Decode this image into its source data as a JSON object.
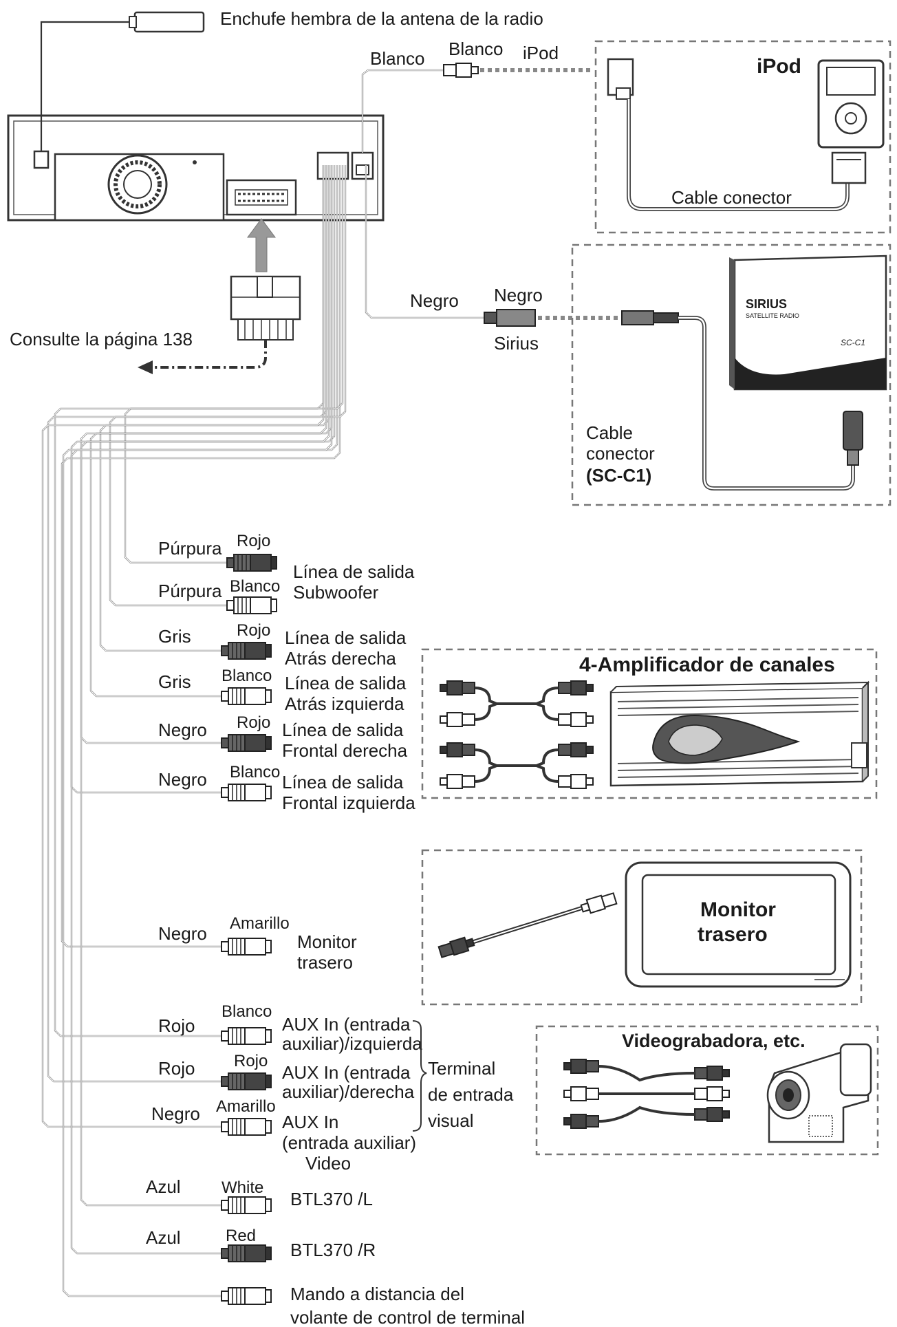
{
  "top": {
    "antenna_label": "Enchufe hembra de la antena de la radio",
    "consult_label": "Consulte la página 138"
  },
  "ipod": {
    "wire_label": "Blanco",
    "plug_label": "Blanco",
    "plug_name": "iPod",
    "box_title": "iPod",
    "cable_label": "Cable conector"
  },
  "sirius": {
    "wire_label": "Negro",
    "plug_label": "Negro",
    "plug_name": "Sirius",
    "brand": "SIRIUS",
    "brand_sub": "SATELLITE RADIO",
    "model": "SC-C1",
    "cable_label_1": "Cable",
    "cable_label_2": "conector",
    "cable_label_3": "(SC-C1)"
  },
  "outputs": [
    {
      "wire": "Púrpura",
      "plug": "Rojo",
      "desc1": "Línea de salida",
      "desc2": "Subwoofer"
    },
    {
      "wire": "Púrpura",
      "plug": "Blanco",
      "desc1": "",
      "desc2": ""
    },
    {
      "wire": "Gris",
      "plug": "Rojo",
      "desc1": "Línea de salida",
      "desc2": "Atrás derecha"
    },
    {
      "wire": "Gris",
      "plug": "Blanco",
      "desc1": "Línea de salida",
      "desc2": "Atrás izquierda"
    },
    {
      "wire": "Negro",
      "plug": "Rojo",
      "desc1": "Línea de salida",
      "desc2": "Frontal derecha"
    },
    {
      "wire": "Negro",
      "plug": "Blanco",
      "desc1": "Línea de salida",
      "desc2": "Frontal izquierda"
    }
  ],
  "amp": {
    "title": "4-Amplificador de canales"
  },
  "monitor": {
    "wire": "Negro",
    "plug": "Amarillo",
    "desc1": "Monitor",
    "desc2": "trasero",
    "screen1": "Monitor",
    "screen2": "trasero"
  },
  "aux": [
    {
      "wire": "Rojo",
      "plug": "Blanco",
      "desc1": "AUX In (entrada",
      "desc2": "auxiliar)/izquierda",
      "desc3": ""
    },
    {
      "wire": "Rojo",
      "plug": "Rojo",
      "desc1": "AUX In (entrada",
      "desc2": "auxiliar)/derecha",
      "desc3": ""
    },
    {
      "wire": "Negro",
      "plug": "Amarillo",
      "desc1": "AUX In",
      "desc2": "(entrada auxiliar)",
      "desc3": "Video"
    }
  ],
  "terminal": {
    "line1": "Terminal",
    "line2": "de entrada",
    "line3": "visual"
  },
  "video": {
    "title": "Videograbadora, etc."
  },
  "btl": [
    {
      "wire": "Azul",
      "plug": "White",
      "desc": "BTL370 /L"
    },
    {
      "wire": "Azul",
      "plug": "Red",
      "desc": "BTL370 /R"
    }
  ],
  "remote": {
    "line1": "Mando a distancia del",
    "line2": "volante de control de terminal"
  }
}
